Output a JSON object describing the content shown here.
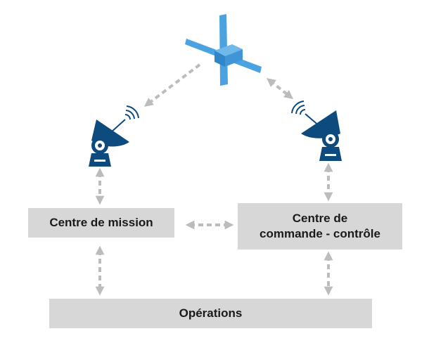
{
  "boxes": {
    "mission": "Centre de mission",
    "command_control": "Centre de\ncommande - contrôle",
    "operations": "Opérations"
  },
  "colors": {
    "satellite": "#4aa3e0",
    "antenna": "#0d4a7e",
    "arrow": "#bcbcbc",
    "box": "#d7d7d7"
  },
  "icons": [
    "satellite-icon",
    "ground-antenna-icon",
    "signal-waves-icon"
  ]
}
